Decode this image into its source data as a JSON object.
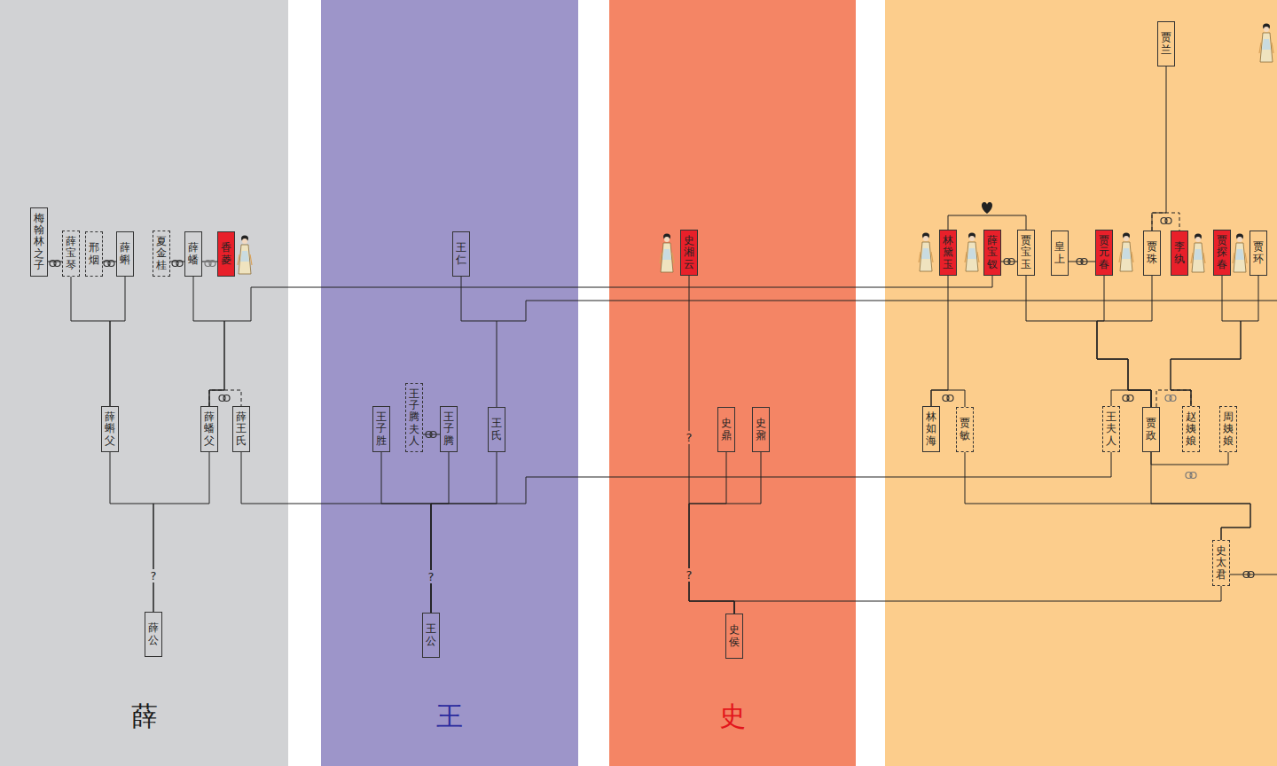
{
  "diagram": {
    "nodes": [
      {
        "text": [
          "薛"
        ]
      },
      {
        "text": [
          "梅翰林之子"
        ],
        "in": 0
      },
      {
        "text": [
          "薛宝琴"
        ],
        "in": 0
      },
      {
        "text": [
          "邢烟"
        ],
        "in": 0
      },
      {
        "text": [
          "薛蝌"
        ],
        "in": 0
      },
      {
        "text": [
          "夏金桂"
        ],
        "in": 0
      },
      {
        "text": [
          "薛蟠"
        ],
        "in": 0
      },
      {
        "text": [
          "香菱"
        ],
        "in": 0
      },
      {
        "text": [
          "薛蝌父"
        ],
        "in": 0
      },
      {
        "text": [
          "薛蟠父"
        ],
        "in": 0
      },
      {
        "text": [
          "薛王氏"
        ],
        "in": 0
      },
      {
        "text": [
          "薛公"
        ],
        "in": 0
      },
      {
        "text": [
          "王"
        ]
      },
      {
        "text": [
          "王仁"
        ],
        "in": 12
      },
      {
        "text": [
          "王子胜"
        ],
        "in": 12
      },
      {
        "text": [
          "王子腾夫人"
        ],
        "in": 12
      },
      {
        "text": [
          "王子腾"
        ],
        "in": 12
      },
      {
        "text": [
          "王氏"
        ],
        "in": 12
      },
      {
        "text": [
          "王公"
        ],
        "in": 12
      },
      {
        "text": [
          "史"
        ]
      },
      {
        "text": [
          "史湘云"
        ],
        "in": 19
      },
      {
        "text": [
          "史鼎"
        ],
        "in": 19
      },
      {
        "text": [
          "史鼐"
        ],
        "in": 19
      },
      {
        "text": [
          "史侯"
        ],
        "in": 19
      },
      {
        "text": [
          "贾兰"
        ]
      },
      {
        "text": [
          "林黛玉"
        ]
      },
      {
        "text": [
          "薛宝钗"
        ]
      },
      {
        "text": [
          "贾宝玉"
        ]
      },
      {
        "text": [
          "皇上"
        ]
      },
      {
        "text": [
          "贾元春"
        ]
      },
      {
        "text": [
          "贾珠"
        ]
      },
      {
        "text": [
          "李纨"
        ]
      },
      {
        "text": [
          "贾探春"
        ]
      },
      {
        "text": [
          "贾环"
        ]
      },
      {
        "text": [
          "林如海"
        ]
      },
      {
        "text": [
          "贾敏"
        ]
      },
      {
        "text": [
          "王夫人"
        ]
      },
      {
        "text": [
          "贾政"
        ]
      },
      {
        "text": [
          "赵姨娘"
        ]
      },
      {
        "text": [
          "周姨娘"
        ]
      },
      {
        "text": [
          "史太君"
        ]
      }
    ],
    "edges": [
      {
        "from": 1,
        "to": 2,
        "arrow": "none"
      },
      {
        "from": 3,
        "to": 4,
        "arrow": "none"
      },
      {
        "from": 5,
        "to": 6,
        "arrow": "none"
      },
      {
        "from": 6,
        "to": 7,
        "arrow": "none"
      },
      {
        "from": 8,
        "to": 2,
        "arrow": "none"
      },
      {
        "from": 8,
        "to": 4,
        "arrow": "none"
      },
      {
        "from": 9,
        "to": 10,
        "arrow": "none"
      },
      {
        "from": 9,
        "to": 6,
        "arrow": "none"
      },
      {
        "from": 9,
        "to": 26,
        "arrow": "none"
      },
      {
        "from": 11,
        "to": 8,
        "arrow": "none"
      },
      {
        "from": 11,
        "to": 9,
        "arrow": "none"
      },
      {
        "from": 17,
        "to": 13,
        "arrow": "none"
      },
      {
        "from": 15,
        "to": 16,
        "arrow": "none"
      },
      {
        "from": 18,
        "to": 10,
        "arrow": "none"
      },
      {
        "from": 18,
        "to": 14,
        "arrow": "none"
      },
      {
        "from": 18,
        "to": 16,
        "arrow": "none"
      },
      {
        "from": 18,
        "to": 17,
        "arrow": "none"
      },
      {
        "from": 18,
        "to": 36,
        "arrow": "none"
      },
      {
        "from": 23,
        "to": 20,
        "arrow": "none"
      },
      {
        "from": 23,
        "to": 21,
        "arrow": "none"
      },
      {
        "from": 23,
        "to": 22,
        "arrow": "none"
      },
      {
        "from": 23,
        "to": 40,
        "arrow": "none"
      },
      {
        "from": 40,
        "to": 35,
        "arrow": "none"
      },
      {
        "from": 40,
        "to": 37,
        "arrow": "none"
      },
      {
        "from": 34,
        "to": 35,
        "arrow": "none"
      },
      {
        "from": 34,
        "to": 25,
        "arrow": "none"
      },
      {
        "from": 25,
        "to": 27,
        "arrow": "none"
      },
      {
        "from": 26,
        "to": 27,
        "arrow": "none"
      },
      {
        "from": 28,
        "to": 29,
        "arrow": "none"
      },
      {
        "from": 30,
        "to": 31,
        "arrow": "none"
      },
      {
        "from": 30,
        "to": 24,
        "arrow": "none"
      },
      {
        "from": 36,
        "to": 37,
        "arrow": "none"
      },
      {
        "from": 37,
        "to": 38,
        "arrow": "none"
      },
      {
        "from": 38,
        "to": 32,
        "arrow": "none"
      },
      {
        "from": 38,
        "to": 33,
        "arrow": "none"
      },
      {
        "from": 37,
        "to": 27,
        "arrow": "none"
      },
      {
        "from": 37,
        "to": 29,
        "arrow": "none"
      },
      {
        "from": 37,
        "to": 30,
        "arrow": "none"
      },
      {
        "from": 37,
        "to": 39,
        "arrow": "none"
      }
    ],
    "labels": [
      "?",
      "?",
      "?",
      "?"
    ]
  }
}
